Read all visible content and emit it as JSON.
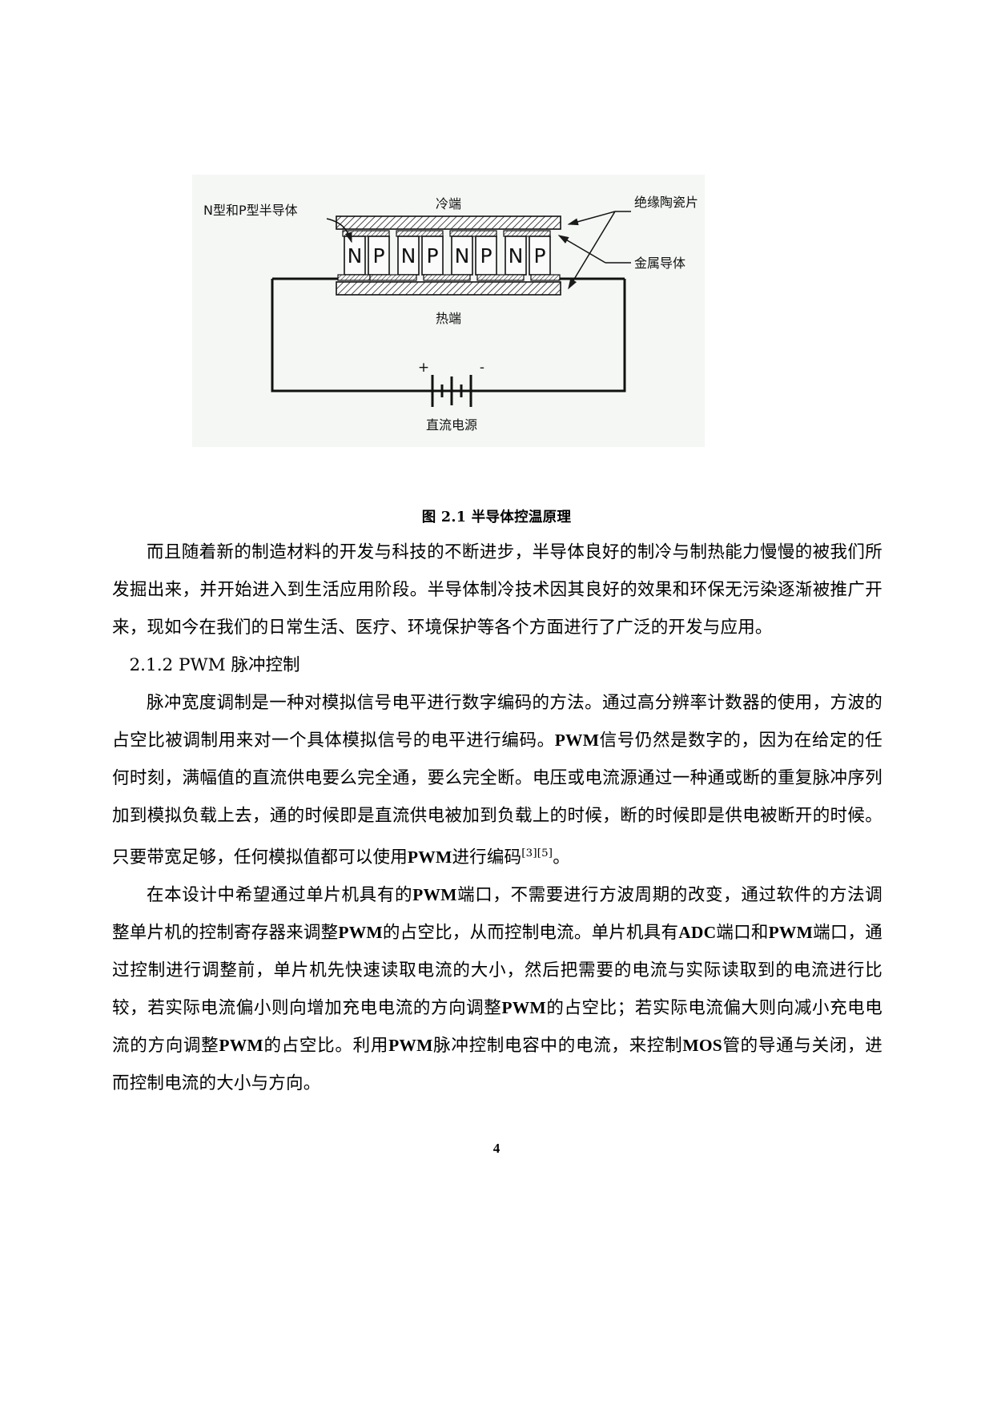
{
  "figure": {
    "alt_name": "semiconductor-temperature-control-diagram",
    "labels": {
      "left": "N型和P型半导体",
      "top_center": "冷端",
      "right_top": "绝缘陶瓷片",
      "right_bottom": "金属导体",
      "middle": "热端",
      "bottom": "直流电源",
      "plus": "+",
      "minus": "-"
    },
    "element_sequence": [
      "N",
      "P",
      "N",
      "P",
      "N",
      "P",
      "N",
      "P"
    ],
    "caption": "图 2.1 半导体控温原理"
  },
  "body": {
    "paragraph_1": "而且随着新的制造材料的开发与科技的不断进步，半导体良好的制冷与制热能力慢慢的被我们所发掘出来，并开始进入到生活应用阶段。半导体制冷技术因其良好的效果和环保无污染逐渐被推广开来，现如今在我们的日常生活、医疗、环境保护等各个方面进行了广泛的开发与应用。",
    "heading_1": {
      "number": "2.1.2",
      "text_latin": "PWM",
      "text_cjk": "脉冲控制",
      "full": "2.1.2 PWM 脉冲控制"
    },
    "paragraph_2_part1": "脉冲宽度调制是一种对模拟信号电平进行数字编码的方法。通过高分辨率计数器的使用，方波的占空比被调制用来对一个具体模拟信号的电平进行编码。",
    "paragraph_2_pwm1": "PWM",
    "paragraph_2_part2": "信号仍然是数字的，因为在给定的任何时刻，满幅值的直流供电要么完全通，要么完全断。电压或电流源通过一种通或断的重复脉冲序列加到模拟负载上去，通的时候即是直流供电被加到负载上的时候，断的时候即是供电被断开的时候。只要带宽足够，任何模拟值都可以使用",
    "paragraph_2_pwm2": "PWM",
    "paragraph_2_part3": "进行编码",
    "paragraph_2_citation": "[3][5]",
    "paragraph_2_end": "。",
    "paragraph_3_part1": "在本设计中希望通过单片机具有的",
    "paragraph_3_pwm1": "PWM",
    "paragraph_3_part2": "端口，不需要进行方波周期的改变，通过软件的方法调整单片机的控制寄存器来调整",
    "paragraph_3_pwm2": "PWM",
    "paragraph_3_part3": "的占空比，从而控制电流。单片机具有",
    "paragraph_3_adc": "ADC",
    "paragraph_3_part4": "端口和",
    "paragraph_3_pwm3": "PWM",
    "paragraph_3_part5": "端口，通过控制进行调整前，单片机先快速读取电流的大小，然后把需要的电流与实际读取到的电流进行比较，若实际电流偏小则向增加充电电流的方向调整",
    "paragraph_3_pwm4": "PWM",
    "paragraph_3_part6": "的占空比；若实际电流偏大则向减小充电电流的方向调整",
    "paragraph_3_pwm5": "PWM",
    "paragraph_3_part7": "的占空比。利用",
    "paragraph_3_pwm6": "PWM",
    "paragraph_3_part8": "脉冲控制电容中的电流，来控制",
    "paragraph_3_mos": "MOS",
    "paragraph_3_part9": "管的导通与关闭，进而控制电流的大小与方向。"
  },
  "footer": {
    "page_number": "4"
  },
  "colors": {
    "text": "#000000",
    "page_background": "#ffffff",
    "figure_background": "#f4f7f4"
  }
}
